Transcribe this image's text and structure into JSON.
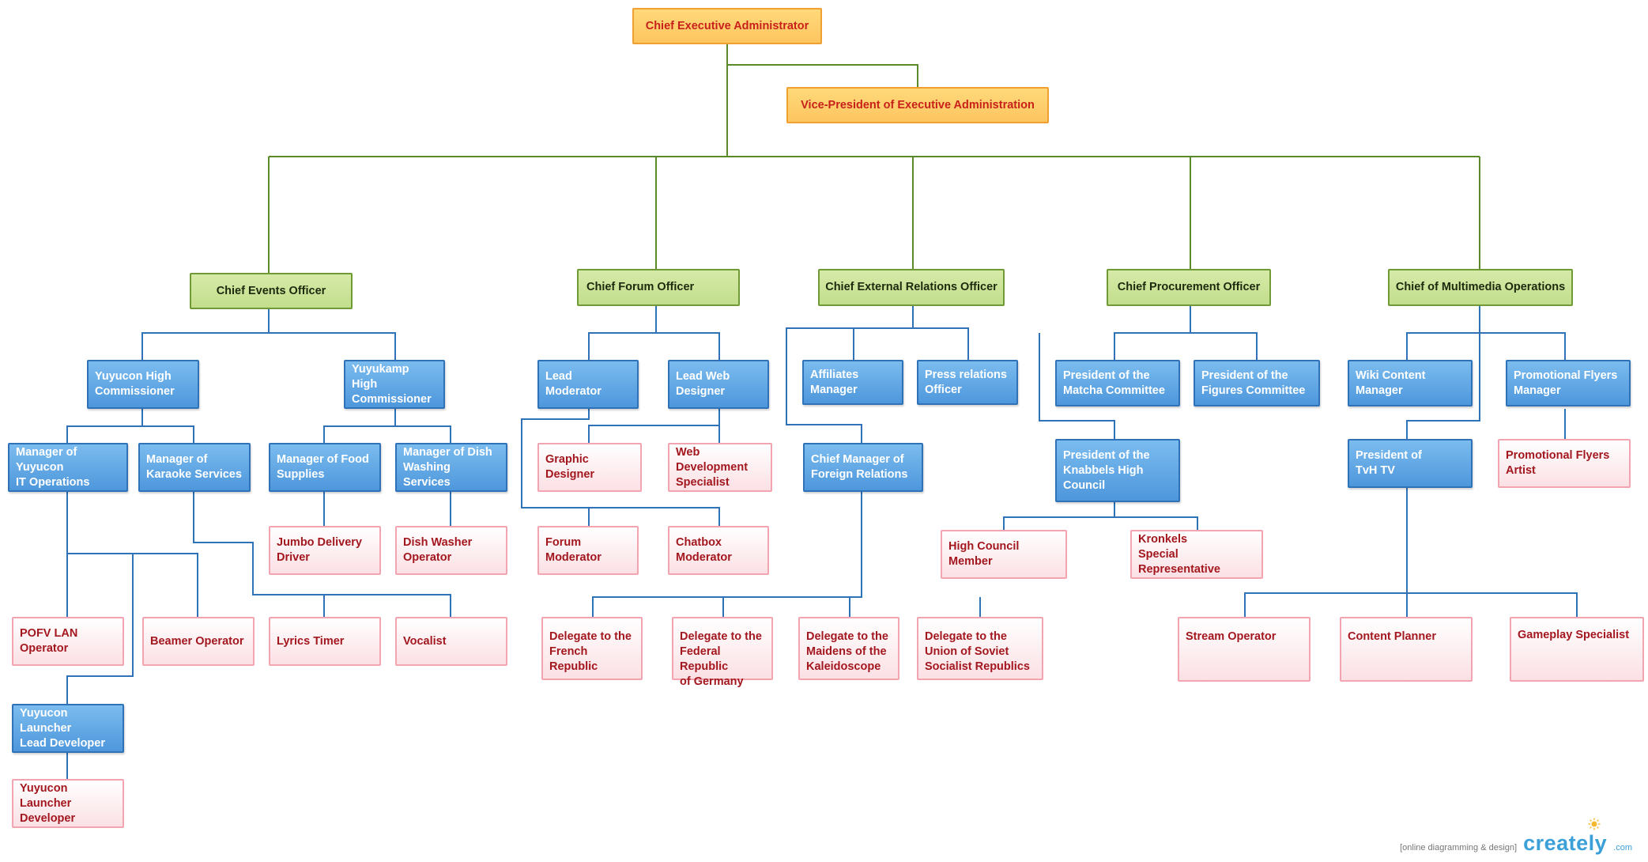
{
  "nodes": {
    "ceo": "Chief Executive Administrator",
    "vp": "Vice-President of Executive Administration",
    "chief_events": "Chief Events Officer",
    "chief_forum": "Chief Forum Officer",
    "chief_external": "Chief External Relations Officer",
    "chief_procurement": "Chief Procurement Officer",
    "chief_multimedia": "Chief of Multimedia Operations",
    "yuyucon_hc": "Yuyucon High\nCommissioner",
    "yuyukamp_hc": "Yuyukamp High\nCommissioner",
    "mgr_it": "Manager of Yuyucon\nIT Operations",
    "mgr_karaoke": "Manager of\nKaraoke Services",
    "mgr_food": "Manager of Food\nSupplies",
    "mgr_dish": "Manager of Dish\nWashing Services",
    "jumbo": "Jumbo Delivery\nDriver",
    "dishwasher": "Dish Washer\nOperator",
    "pofv": "POFV LAN\nOperator",
    "beamer": "Beamer Operator",
    "lyrics": "Lyrics Timer",
    "vocalist": "Vocalist",
    "launcher_lead": "Yuyucon Launcher\nLead Developer",
    "launcher_dev": "Yuyucon Launcher\nDeveloper",
    "lead_mod": "Lead Moderator",
    "lead_web": "Lead Web\nDesigner",
    "graphic": "Graphic\nDesigner",
    "webdev": "Web Development\nSpecialist",
    "forum_mod": "Forum\nModerator",
    "chatbox_mod": "Chatbox\nModerator",
    "affiliates": "Affiliates\nManager",
    "press": "Press relations\nOfficer",
    "foreign": "Chief Manager of\nForeign Relations",
    "del_fr": "Delegate to the\nFrench Republic",
    "del_de": "Delegate to the\nFederal Republic\nof Germany",
    "del_kal": "Delegate to the\nMaidens of the\nKaleidoscope",
    "del_su": "Delegate to the\nUnion of Soviet\nSocialist Republics",
    "matcha": "President of the\nMatcha Committee",
    "figures": "President of the\nFigures Committee",
    "knabbels": "President of the\nKnabbels High\nCouncil",
    "hcm": "High Council\nMember",
    "kronkels": "Kronkels\nSpecial Representative",
    "wiki": "Wiki Content\nManager",
    "flyers_mgr": "Promotional Flyers\nManager",
    "tvh": "President of\nTvH TV",
    "flyers_artist": "Promotional Flyers\nArtist",
    "stream": "Stream Operator",
    "planner": "Content Planner",
    "gameplay": "Gameplay Specialist"
  },
  "footer": {
    "note": "[online diagramming & design]",
    "brand": "creately",
    "tld": ".com"
  },
  "colors": {
    "executive_line": "#5a8a2a",
    "management_line": "#2f72b8"
  }
}
